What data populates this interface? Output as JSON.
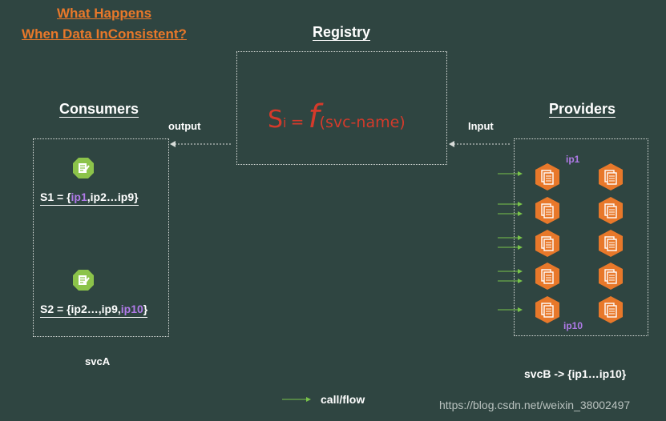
{
  "heading": {
    "line1": "What Happens",
    "line2": "When Data InConsistent?"
  },
  "registry": {
    "title": "Registry",
    "formula_s": "S",
    "formula_sub": "i",
    "formula_eq": "=",
    "formula_f": "f",
    "formula_arg": "(svc-name)"
  },
  "consumers": {
    "title": "Consumers",
    "output_label": "output",
    "s1": {
      "prefix": "S1 = {",
      "highlight": "ip1",
      "suffix": ",ip2…ip9}"
    },
    "s2": {
      "prefix": "S2 = {ip2…,ip9,",
      "highlight": "ip10",
      "suffix": "}"
    },
    "service_label": "svcA"
  },
  "providers": {
    "title": "Providers",
    "input_label": "Input",
    "ip1_label": "ip1",
    "ip10_label": "ip10",
    "service_label": "svcB -> {ip1…ip10}"
  },
  "legend": {
    "label": "call/flow"
  },
  "watermark": {
    "text": "https://blog.csdn.net/weixin_38002497"
  },
  "colors": {
    "background": "#2f4541",
    "heading": "#e8782a",
    "formula": "#d43a2b",
    "highlight": "#b07ae8",
    "provider_icon": "#e8782a",
    "consumer_icon": "#8cc34a",
    "flow_arrow": "#79c34a"
  }
}
